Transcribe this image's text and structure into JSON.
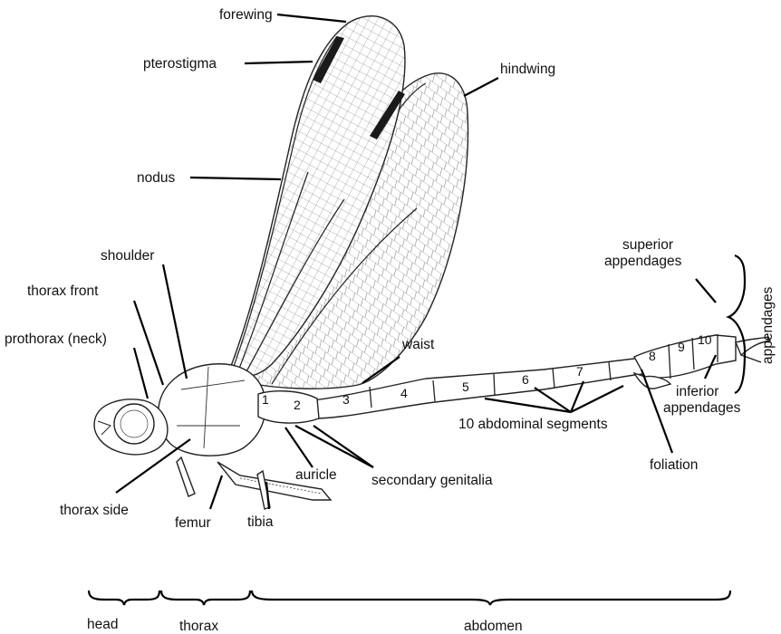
{
  "labels": {
    "forewing": "forewing",
    "pterostigma": "pterostigma",
    "hindwing": "hindwing",
    "nodus": "nodus",
    "shoulder": "shoulder",
    "thorax_front": "thorax front",
    "prothorax": "prothorax (neck)",
    "waist": "waist",
    "superior_1": "superior",
    "superior_2": "appendages",
    "appendages": "appendages",
    "inferior_1": "inferior",
    "inferior_2": "appendages",
    "abdominal_segments": "10 abdominal segments",
    "foliation": "foliation",
    "auricle": "auricle",
    "secondary_genitalia": "secondary genitalia",
    "thorax_side": "thorax side",
    "femur": "femur",
    "tibia": "tibia"
  },
  "segments": [
    "1",
    "2",
    "3",
    "4",
    "5",
    "6",
    "7",
    "8",
    "9",
    "10"
  ],
  "regions": {
    "head": "head",
    "thorax": "thorax",
    "abdomen": "abdomen"
  }
}
